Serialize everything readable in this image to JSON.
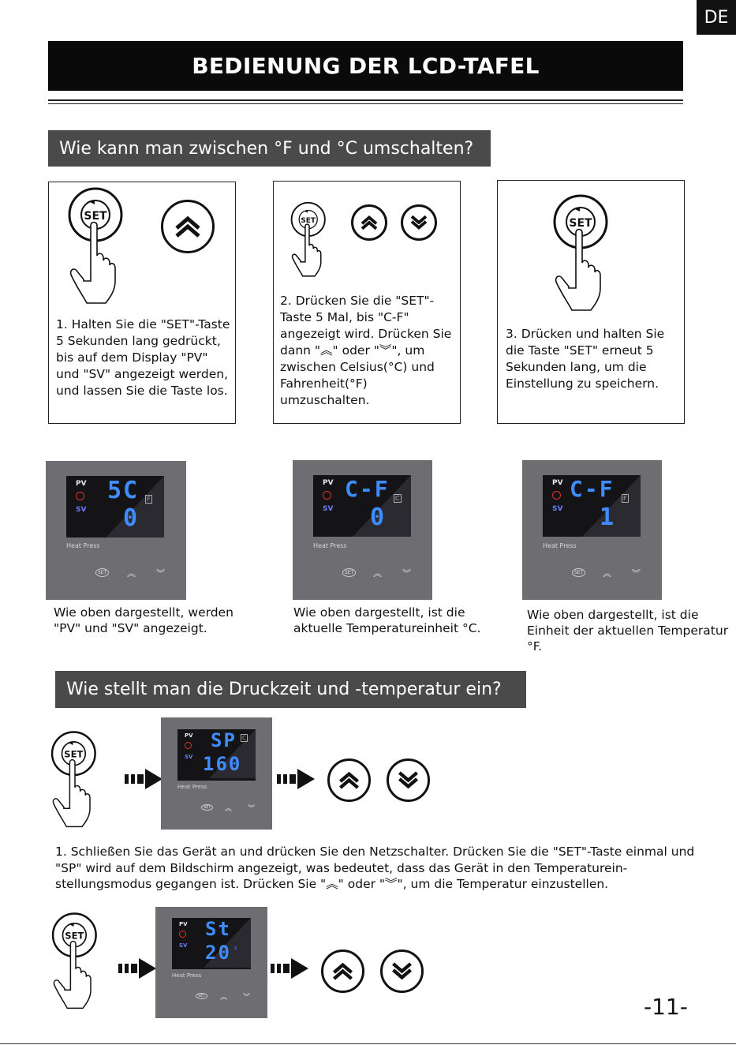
{
  "lang_tab": "DE",
  "page_title": "BEDIENUNG DER LCD-TAFEL",
  "section1": {
    "heading": "Wie kann man zwischen °F und °C umschalten?",
    "steps": [
      {
        "text": "1. Halten Sie die \"SET\"-Taste 5 Sekunden lang gedrückt, bis auf dem Display \"PV\" und \"SV\" angezeigt werden, und lassen Sie die Taste los."
      },
      {
        "text": "2. Drücken Sie die \"SET\"-Taste 5 Mal, bis \"C-F\" angezeigt wird. Drücken Sie dann \"︽\" oder \"︾\", um zwischen Celsius(°C) und Fahrenheit(°F) umzuschalten."
      },
      {
        "text": "3. Drücken und halten Sie die Taste \"SET\" erneut 5 Sekunden lang, um die Einstellung zu speichern."
      }
    ],
    "set_label": "SET",
    "panels": [
      {
        "top": "5C",
        "bottom": "0",
        "unit": "F",
        "caption": "Wie oben dargestellt, werden \"PV\" und \"SV\" angezeigt."
      },
      {
        "top": "C-F",
        "bottom": "0",
        "unit": "C",
        "caption": "Wie oben dargestellt, ist die aktuelle Temperatureinheit °C."
      },
      {
        "top": "C-F",
        "bottom": "1",
        "unit": "F",
        "caption": "Wie oben dargestellt, ist die Einheit der aktuellen Temperatur °F."
      }
    ]
  },
  "panel_common": {
    "pv": "PV",
    "sv": "SV",
    "brand": "Heat Press",
    "set_small": "SET",
    "up_small": "︽",
    "down_small": "︾"
  },
  "section2": {
    "heading": "Wie stellt man die Druckzeit und -temperatur ein?",
    "panel1": {
      "top": "SP",
      "bottom": "160",
      "unit": "C"
    },
    "para1": "1. Schließen Sie das Gerät an und drücken Sie den Netzschalter. Drücken Sie die \"SET\"-Taste einmal und \"SP\" wird auf dem Bildschirm angezeigt, was bedeutet, dass das Gerät in den Temperaturein-stellungsmodus gegangen ist. Drücken Sie \"︽\" oder \"︾\", um die Temperatur einzustellen.",
    "panel2": {
      "top": "St",
      "bottom": "20",
      "unit": "s"
    }
  },
  "page_number": "-11-"
}
